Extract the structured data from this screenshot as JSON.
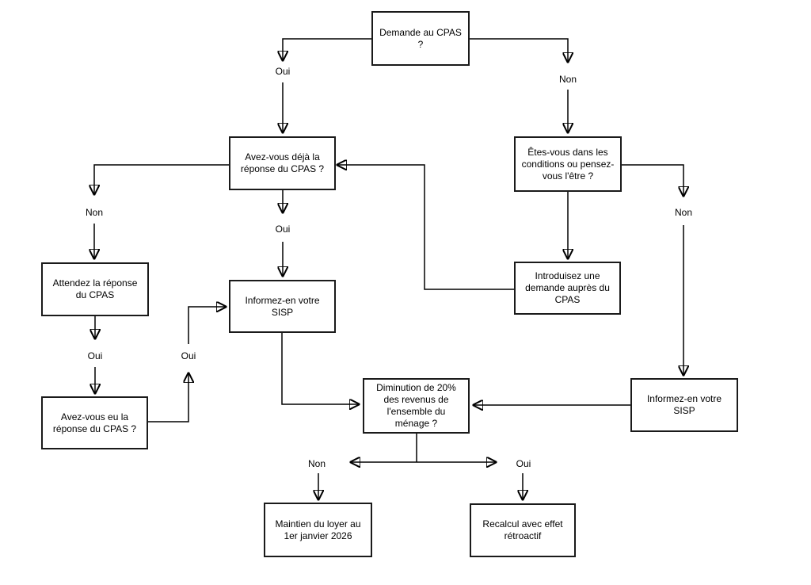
{
  "diagram": {
    "kind": "flowchart",
    "language": "fr",
    "nodes": {
      "demande": "Demande au CPAS\n?",
      "avez_deja": "Avez-vous déjà la\nréponse du CPAS ?",
      "etes_vous": "Êtes-vous dans les\nconditions ou pensez-\nvous l'être ?",
      "attendez": "Attendez la réponse\ndu CPAS",
      "informez_centre": "Informez-en votre\nSISP",
      "introduisez": "Introduisez une\ndemande auprès du\nCPAS",
      "avez_eu": "Avez-vous eu la\nréponse du CPAS ?",
      "diminution": "Diminution de 20%\ndes revenus de\nl'ensemble du\nménage ?",
      "informez_droite": "Informez-en votre\nSISP",
      "maintien": "Maintien du loyer au\n1er janvier 2026",
      "recalcul": "Recalcul avec effet\nrétroactif"
    },
    "labels": {
      "oui": "Oui",
      "non": "Non"
    },
    "colors": {
      "background": "#ffffff",
      "line": "#000000",
      "node_border": "#1a1a1a",
      "text": "#000000"
    }
  }
}
